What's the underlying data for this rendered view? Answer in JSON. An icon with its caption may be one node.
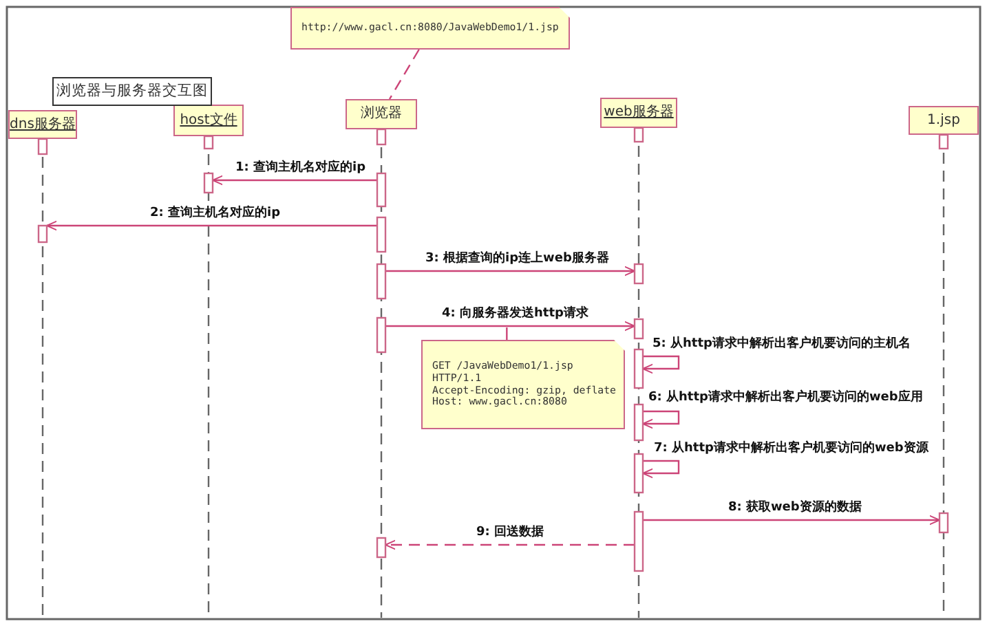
{
  "diagram": {
    "nodes": [
      {
        "text": [
          "浏览器与服务器交互图"
        ]
      },
      {
        "text": [
          "dns服务器"
        ]
      },
      {
        "text": [
          "host文件"
        ]
      },
      {
        "text": [
          "浏览器"
        ]
      },
      {
        "text": [
          "web服务器"
        ]
      },
      {
        "text": [
          "1.jsp"
        ]
      },
      {
        "text": [
          "http://www.gacl.cn:8080/JavaWebDemo1/1.jsp"
        ]
      },
      {
        "text": [
          "GET /JavaWebDemo1/1.jsp",
          "HTTP/1.1",
          "Accept-Encoding: gzip, deflate",
          "Host: www.gacl.cn:8080"
        ]
      }
    ],
    "edges": [
      {
        "from": 3,
        "to": 2,
        "arrow": "to",
        "label": "1: 查询主机名对应的ip"
      },
      {
        "from": 3,
        "to": 1,
        "arrow": "to",
        "label": "2: 查询主机名对应的ip"
      },
      {
        "from": 3,
        "to": 4,
        "arrow": "to",
        "label": "3: 根据查询的ip连上web服务器"
      },
      {
        "from": 3,
        "to": 4,
        "arrow": "to",
        "label": "4: 向服务器发送http请求"
      },
      {
        "from": 4,
        "to": 4,
        "arrow": "to",
        "label": "5: 从http请求中解析出客户机要访问的主机名"
      },
      {
        "from": 4,
        "to": 4,
        "arrow": "to",
        "label": "6: 从http请求中解析出客户机要访问的web应用"
      },
      {
        "from": 4,
        "to": 4,
        "arrow": "to",
        "label": "7: 从http请求中解析出客户机要访问的web资源"
      },
      {
        "from": 4,
        "to": 5,
        "arrow": "to",
        "label": "8: 获取web资源的数据"
      },
      {
        "from": 4,
        "to": 3,
        "arrow": "to",
        "label": "9: 回送数据",
        "style": "dashed"
      },
      {
        "from": 6,
        "to": 3,
        "arrow": "none",
        "style": "dashed"
      },
      {
        "from": 7,
        "to": null,
        "arrow": "none"
      }
    ]
  }
}
